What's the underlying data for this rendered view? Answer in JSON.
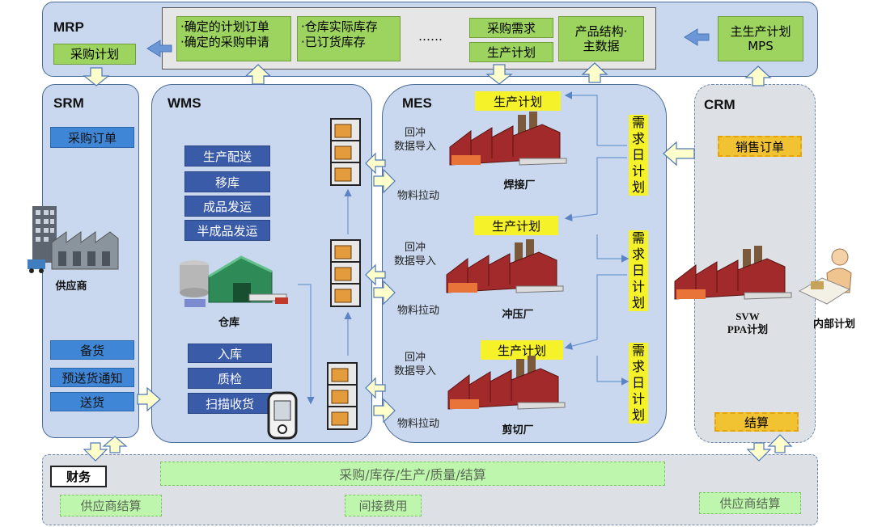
{
  "mrp": {
    "title": "MRP",
    "purchase_plan": "采购计划",
    "box_orders_line1": "·确定的计划订单",
    "box_orders_line2": "·确定的采购申请",
    "box_stock_line1": "·仓库实际库存",
    "box_stock_line2": "·已订货库存",
    "ellipsis": "……",
    "purchase_demand": "采购需求",
    "production_plan": "生产计划",
    "bom_line1": "产品结构·",
    "bom_line2": "主数据",
    "mps_line1": "主生产计划",
    "mps_line2": "MPS"
  },
  "srm": {
    "title": "SRM",
    "purchase_order": "采购订单",
    "supplier": "供应商",
    "stock_prep": "备货",
    "asn": "预送货通知",
    "delivery": "送货"
  },
  "wms": {
    "title": "WMS",
    "ops": [
      "生产配送",
      "移库",
      "成品发运",
      "半成品发运"
    ],
    "warehouse": "仓库",
    "inbound": [
      "入库",
      "质检",
      "扫描收货"
    ]
  },
  "mes": {
    "title": "MES",
    "plants": [
      {
        "plan": "生产计划",
        "backflush_line1": "回冲",
        "backflush_line2": "数据导入",
        "pull": "物料拉动",
        "name": "焊接厂",
        "demand": [
          "需",
          "求",
          "日",
          "计",
          "划"
        ]
      },
      {
        "plan": "生产计划",
        "backflush_line1": "回冲",
        "backflush_line2": "数据导入",
        "pull": "物料拉动",
        "name": "冲压厂",
        "demand": [
          "需",
          "求",
          "日",
          "计",
          "划"
        ]
      },
      {
        "plan": "生产计划",
        "backflush_line1": "回冲",
        "backflush_line2": "数据导入",
        "pull": "物料拉动",
        "name": "剪切厂",
        "demand": [
          "需",
          "求",
          "日",
          "计",
          "划"
        ]
      }
    ]
  },
  "crm": {
    "title": "CRM",
    "sales_order": "销售订单",
    "ppa_line1": "SVW",
    "ppa_line2": "PPA计划",
    "internal_plan": "内部计划",
    "settlement": "结算"
  },
  "finance": {
    "title": "财务",
    "bar": "采购/库存/生产/质量/结算",
    "supplier_settlement_left": "供应商结算",
    "indirect_cost": "间接费用",
    "supplier_settlement_right": "供应商结算"
  },
  "colors": {
    "panel": "#c9d8ee",
    "panel_border": "#4a6a98",
    "green_box": "#9dd35f",
    "blue_box": "#3f87d6",
    "navy_box": "#3a5ba8",
    "yellow": "#f6f22a",
    "orange": "#f1c232",
    "light_green": "#bff6ad",
    "arrow_fill": "#ffffcc",
    "arrow_stroke": "#4e79b8"
  }
}
